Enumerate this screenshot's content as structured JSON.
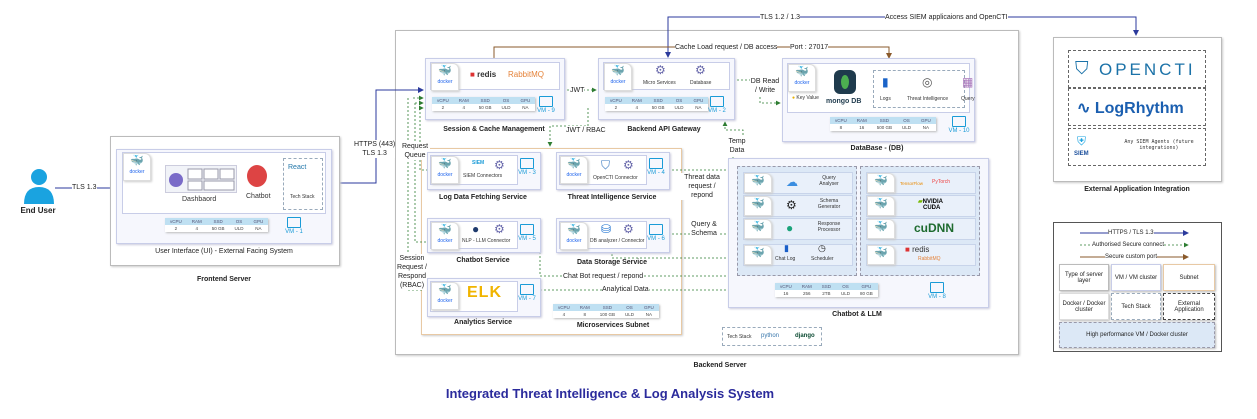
{
  "title": "Integrated Threat Intelligence & Log Analysis System",
  "colors": {
    "https": "#2b3a9c",
    "secure": "#2e7d32",
    "custom_port": "#8a5a2b",
    "title": "#2b2b9c",
    "vm": "#1a9bd7"
  },
  "spec_headers": [
    "vCPU",
    "RAM",
    "SSD",
    "OS",
    "GPU"
  ],
  "end_user": {
    "label": "End User",
    "edge": "TLS 1.3"
  },
  "frontend": {
    "server": "Frontend Server",
    "system": "User Interface (UI) - External Facing System",
    "docker": "docker",
    "dashboard": "Dashbaord",
    "chatbot": "Chatbot",
    "react": "React",
    "tech_stack": "Tech Stack",
    "vm": "VM - 1",
    "spec": [
      "2",
      "4",
      "50 GB",
      "ULD",
      "NA"
    ]
  },
  "edges": {
    "https": "HTTPS (443)",
    "tls13": "TLS 1.3",
    "tls12": "TLS 1.2 / 1.3",
    "access": "Access SIEM applicaions and OpenCTI",
    "cache": "Cache Load request / DB access",
    "port": "Port : 27017",
    "jwt": "JWT",
    "jwt_rbac": "JWT / RBAC",
    "db_rw": "DB Read / Write",
    "temp": "Temp Data",
    "request_queue": "Request Queue",
    "session": "Session Request / Respond (RBAC)",
    "threat": "Threat data request / repond",
    "query": "Query & Schema",
    "chatbot_req": "Chat Bot request / repond",
    "analytical": "Analytical Data"
  },
  "backend": {
    "server": "Backend Server",
    "session": {
      "label": "Session & Cache Management",
      "redis": "redis",
      "rabbit": "RabbitMQ",
      "vm": "VM - 9",
      "spec": [
        "2",
        "4",
        "50 GB",
        "ULD",
        "NA"
      ]
    },
    "gateway": {
      "label": "Backend API Gateway",
      "micro": "Micro Services",
      "database": "Database",
      "vm": "VM - 2",
      "spec": [
        "2",
        "4",
        "50 GB",
        "ULD",
        "NA"
      ]
    },
    "db": {
      "label": "DataBase - (DB)",
      "key_value": "Key Value",
      "mongo": "mongo DB",
      "logs": "Logs",
      "ti": "Threat Intelligence",
      "query": "Query",
      "vm": "VM - 10",
      "spec": [
        "8",
        "16",
        "500 GB",
        "ULD",
        "NA"
      ]
    },
    "subnet": {
      "label": "Microservices Subnet",
      "spec": [
        "4",
        "8",
        "100 GB",
        "ULD",
        "NA"
      ],
      "log": {
        "label": "Log Data Fetching Service",
        "tool": "SIEM Connectors",
        "siem": "SIEM",
        "vm": "VM - 3"
      },
      "threat": {
        "label": "Threat Intelligence Service",
        "tool": "OpenCTI Connector",
        "vm": "VM - 4"
      },
      "chatbot": {
        "label": "Chatbot Service",
        "tool": "NLP - LLM Connector",
        "vm": "VM - 5"
      },
      "storage": {
        "label": "Data Storage Service",
        "tool": "DB analyzer / Connector",
        "vm": "VM - 6"
      },
      "analytics": {
        "label": "Analytics Service",
        "tool": "ELK",
        "vm": "VM - 7"
      }
    },
    "llm": {
      "label": "Chatbot  & LLM",
      "vm": "VM - 8",
      "spec": [
        "16",
        "256",
        "2TB",
        "ULD",
        "80 GB"
      ],
      "left": [
        "Query Analyser",
        "Schema Generator",
        "Response Processor"
      ],
      "chat_log": "Chat Log",
      "scheduler": "Scheduler",
      "tensorflow": "TensorFlow",
      "pytorch": "PyTorch",
      "nvidia": "NVIDIA",
      "cuda": "CUDA",
      "cudnn": "cuDNN",
      "redis": "redis",
      "rabbit": "RabbitMQ"
    },
    "tech_stack": {
      "label": "Tech Stack",
      "python": "python",
      "django": "django"
    }
  },
  "external": {
    "label": "External Application Integration",
    "opencti": "OPENCTI",
    "logrhythm": "LogRhythm",
    "siem": "SIEM",
    "siem_text": "Any SIEM Agents (future integrations)"
  },
  "legend": {
    "https": "HTTPS / TLS 1.3",
    "secure": "Authorised Secure connect",
    "port": "Secure custom port",
    "server": "Type of server layer",
    "vm": "VM / VM cluster",
    "subnet": "Subnet",
    "docker": "Docker / Docker cluster",
    "tech": "Tech Stack",
    "external": "External Application",
    "hp": "High performance VM / Docker cluster"
  }
}
